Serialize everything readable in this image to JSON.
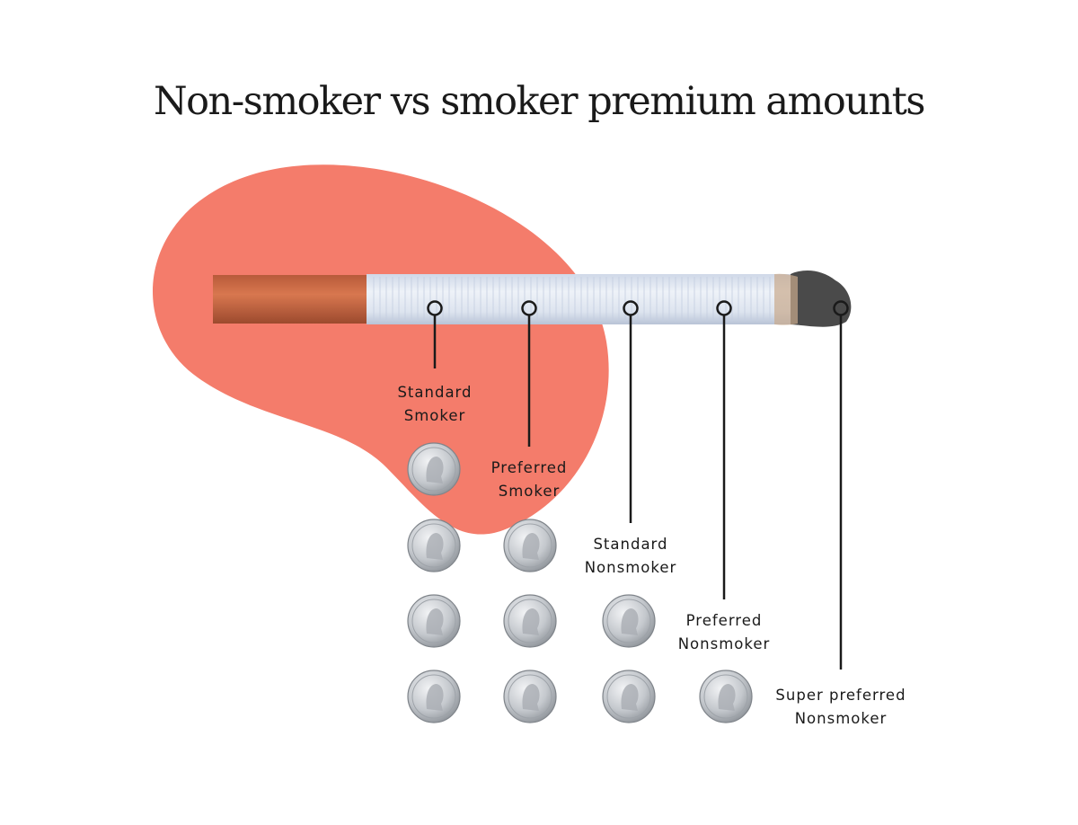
{
  "title": "Non-smoker vs smoker premium amounts",
  "colors": {
    "blob": "#f47c6b",
    "filter": "#d06b48",
    "paper": "#dfe6f1",
    "ash": "#3a3a3a",
    "marker": "#1a1a1a",
    "coin": "#c9ccd0"
  },
  "categories": [
    {
      "line1": "Standard",
      "line2": "Smoker",
      "coins": 4
    },
    {
      "line1": "Preferred",
      "line2": "Smoker",
      "coins": 3
    },
    {
      "line1": "Standard",
      "line2": "Nonsmoker",
      "coins": 2
    },
    {
      "line1": "Preferred",
      "line2": "Nonsmoker",
      "coins": 1
    },
    {
      "line1": "Super preferred",
      "line2": "Nonsmoker",
      "coins": 0
    }
  ]
}
